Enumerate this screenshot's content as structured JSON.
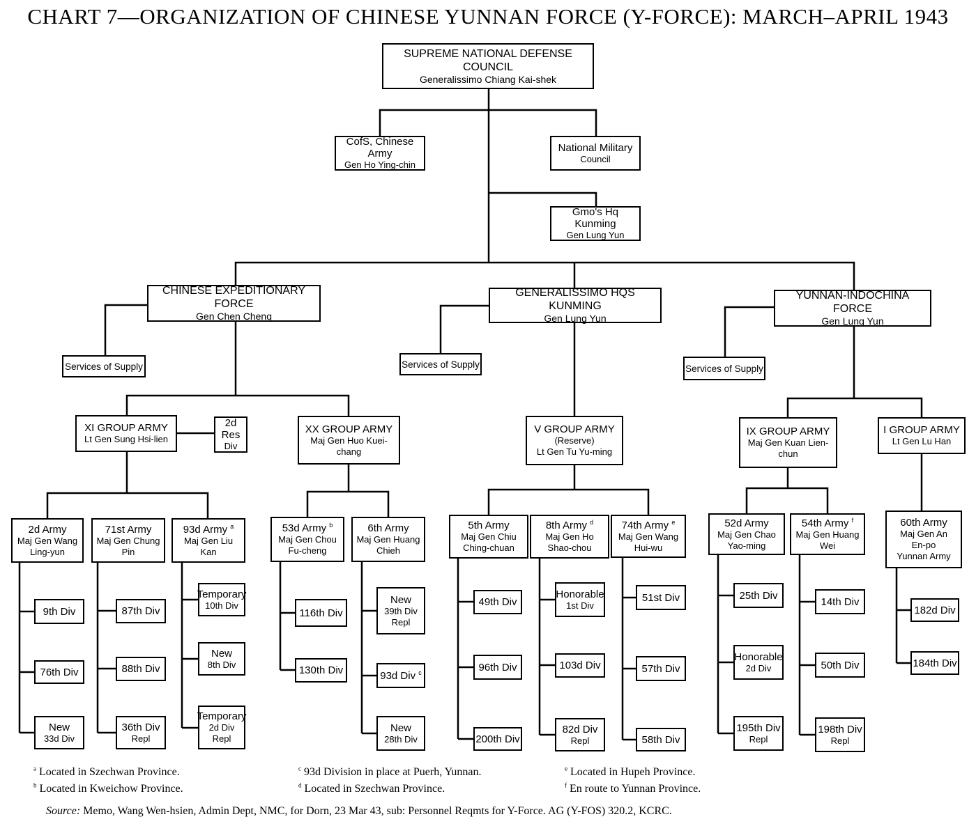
{
  "title": "CHART 7—ORGANIZATION OF CHINESE YUNNAN FORCE (Y-FORCE): MARCH–APRIL 1943",
  "nodes": {
    "sndc": {
      "l1": "SUPREME NATIONAL DEFENSE COUNCIL",
      "l2": "Generalissimo Chiang Kai-shek"
    },
    "cols": {
      "l1": "CofS, Chinese Army",
      "l2": "Gen Ho Ying-chin"
    },
    "nmc": {
      "l1": "National Military",
      "l2": "Council"
    },
    "gmohq": {
      "l1": "Gmo's Hq Kunming",
      "l2": "Gen Lung Yun"
    },
    "cef": {
      "l1": "CHINESE EXPEDITIONARY FORCE",
      "l2": "Gen Chen Cheng"
    },
    "ghk": {
      "l1": "GENERALISSIMO HQS KUNMING",
      "l2": "Gen Lung Yun"
    },
    "yif": {
      "l1": "YUNNAN-INDOCHINA FORCE",
      "l2": "Gen Lung Yun"
    },
    "sos1": {
      "l1": "Services of Supply"
    },
    "sos2": {
      "l1": "Services of Supply"
    },
    "sos3": {
      "l1": "Services of Supply"
    },
    "xiga": {
      "l1": "XI GROUP ARMY",
      "l2": "Lt Gen Sung Hsi-lien"
    },
    "res2": {
      "l1": "2d Res",
      "l2": "Div"
    },
    "xxga": {
      "l1": "XX GROUP ARMY",
      "l2": "Maj Gen Huo Kuei-",
      "l3": "chang"
    },
    "vga": {
      "l1": "V GROUP ARMY",
      "l2": "(Reserve)",
      "l3": "Lt Gen Tu Yu-ming"
    },
    "ixga": {
      "l1": "IX GROUP ARMY",
      "l2": "Maj Gen Kuan Lien-",
      "l3": "chun"
    },
    "iga": {
      "l1": "I GROUP ARMY",
      "l2": "Lt Gen Lu Han"
    },
    "a2": {
      "l1": "2d Army",
      "l2": "Maj Gen Wang",
      "l3": "Ling-yun"
    },
    "a71": {
      "l1": "71st Army",
      "l2": "Maj Gen Chung",
      "l3": "Pin"
    },
    "a93": {
      "l1": "93d Army",
      "sup": "a",
      "l2": "Maj Gen Liu",
      "l3": "Kan"
    },
    "a53": {
      "l1": "53d Army",
      "sup": "b",
      "l2": "Maj Gen Chou",
      "l3": "Fu-cheng"
    },
    "a6": {
      "l1": "6th Army",
      "l2": "Maj Gen Huang",
      "l3": "Chieh"
    },
    "a5": {
      "l1": "5th Army",
      "l2": "Maj Gen Chiu",
      "l3": "Ching-chuan"
    },
    "a8": {
      "l1": "8th Army",
      "sup": "d",
      "l2": "Maj Gen Ho",
      "l3": "Shao-chou"
    },
    "a74": {
      "l1": "74th Army",
      "sup": "e",
      "l2": "Maj Gen Wang",
      "l3": "Hui-wu"
    },
    "a52": {
      "l1": "52d Army",
      "l2": "Maj Gen Chao",
      "l3": "Yao-ming"
    },
    "a54": {
      "l1": "54th Army",
      "sup": "f",
      "l2": "Maj Gen Huang",
      "l3": "Wei"
    },
    "a60": {
      "l1": "60th Army",
      "l2": "Maj Gen An",
      "l3": "En-po",
      "l4": "Yunnan Army"
    },
    "d9": {
      "l1": "9th Div"
    },
    "d76": {
      "l1": "76th Div"
    },
    "dn33": {
      "l1": "New",
      "l2": "33d Div"
    },
    "d87": {
      "l1": "87th Div"
    },
    "d88": {
      "l1": "88th Div"
    },
    "d36": {
      "l1": "36th Div",
      "l2": "Repl"
    },
    "dt10": {
      "l1": "Temporary",
      "l2": "10th Div"
    },
    "dn8": {
      "l1": "New",
      "l2": "8th Div"
    },
    "dt2": {
      "l1": "Temporary",
      "l2": "2d Div",
      "l3": "Repl"
    },
    "d116": {
      "l1": "116th Div"
    },
    "d130": {
      "l1": "130th Div"
    },
    "dn39": {
      "l1": "New",
      "l2": "39th Div",
      "l3": "Repl"
    },
    "d93": {
      "l1": "93d Div",
      "sup": "c"
    },
    "dn28": {
      "l1": "New",
      "l2": "28th Div"
    },
    "d49": {
      "l1": "49th Div"
    },
    "d96": {
      "l1": "96th Div"
    },
    "d200": {
      "l1": "200th Div"
    },
    "dh1": {
      "l1": "Honorable",
      "l2": "1st Div"
    },
    "d103": {
      "l1": "103d Div"
    },
    "d82": {
      "l1": "82d Div",
      "l2": "Repl"
    },
    "d51": {
      "l1": "51st Div"
    },
    "d57": {
      "l1": "57th Div"
    },
    "d58": {
      "l1": "58th Div"
    },
    "d25": {
      "l1": "25th Div"
    },
    "dh2": {
      "l1": "Honorable",
      "l2": "2d Div"
    },
    "d195": {
      "l1": "195th Div",
      "l2": "Repl"
    },
    "d14": {
      "l1": "14th Div"
    },
    "d50": {
      "l1": "50th Div"
    },
    "d198": {
      "l1": "198th Div",
      "l2": "Repl"
    },
    "d182": {
      "l1": "182d Div"
    },
    "d184": {
      "l1": "184th Div"
    }
  },
  "footnotes": [
    {
      "mark": "a",
      "text": "Located in Szechwan Province."
    },
    {
      "mark": "b",
      "text": "Located in Kweichow Province."
    },
    {
      "mark": "c",
      "text": "93d Division in place at Puerh, Yunnan."
    },
    {
      "mark": "d",
      "text": "Located in Szechwan Province."
    },
    {
      "mark": "e",
      "text": "Located in Hupeh Province."
    },
    {
      "mark": "f",
      "text": "En route to Yunnan Province."
    }
  ],
  "source": {
    "label": "Source:",
    "text": "Memo, Wang Wen-hsien, Admin Dept, NMC, for Dorn, 23 Mar 43, sub: Personnel Reqmts for Y-Force. AG (Y-FOS) 320.2, KCRC."
  }
}
